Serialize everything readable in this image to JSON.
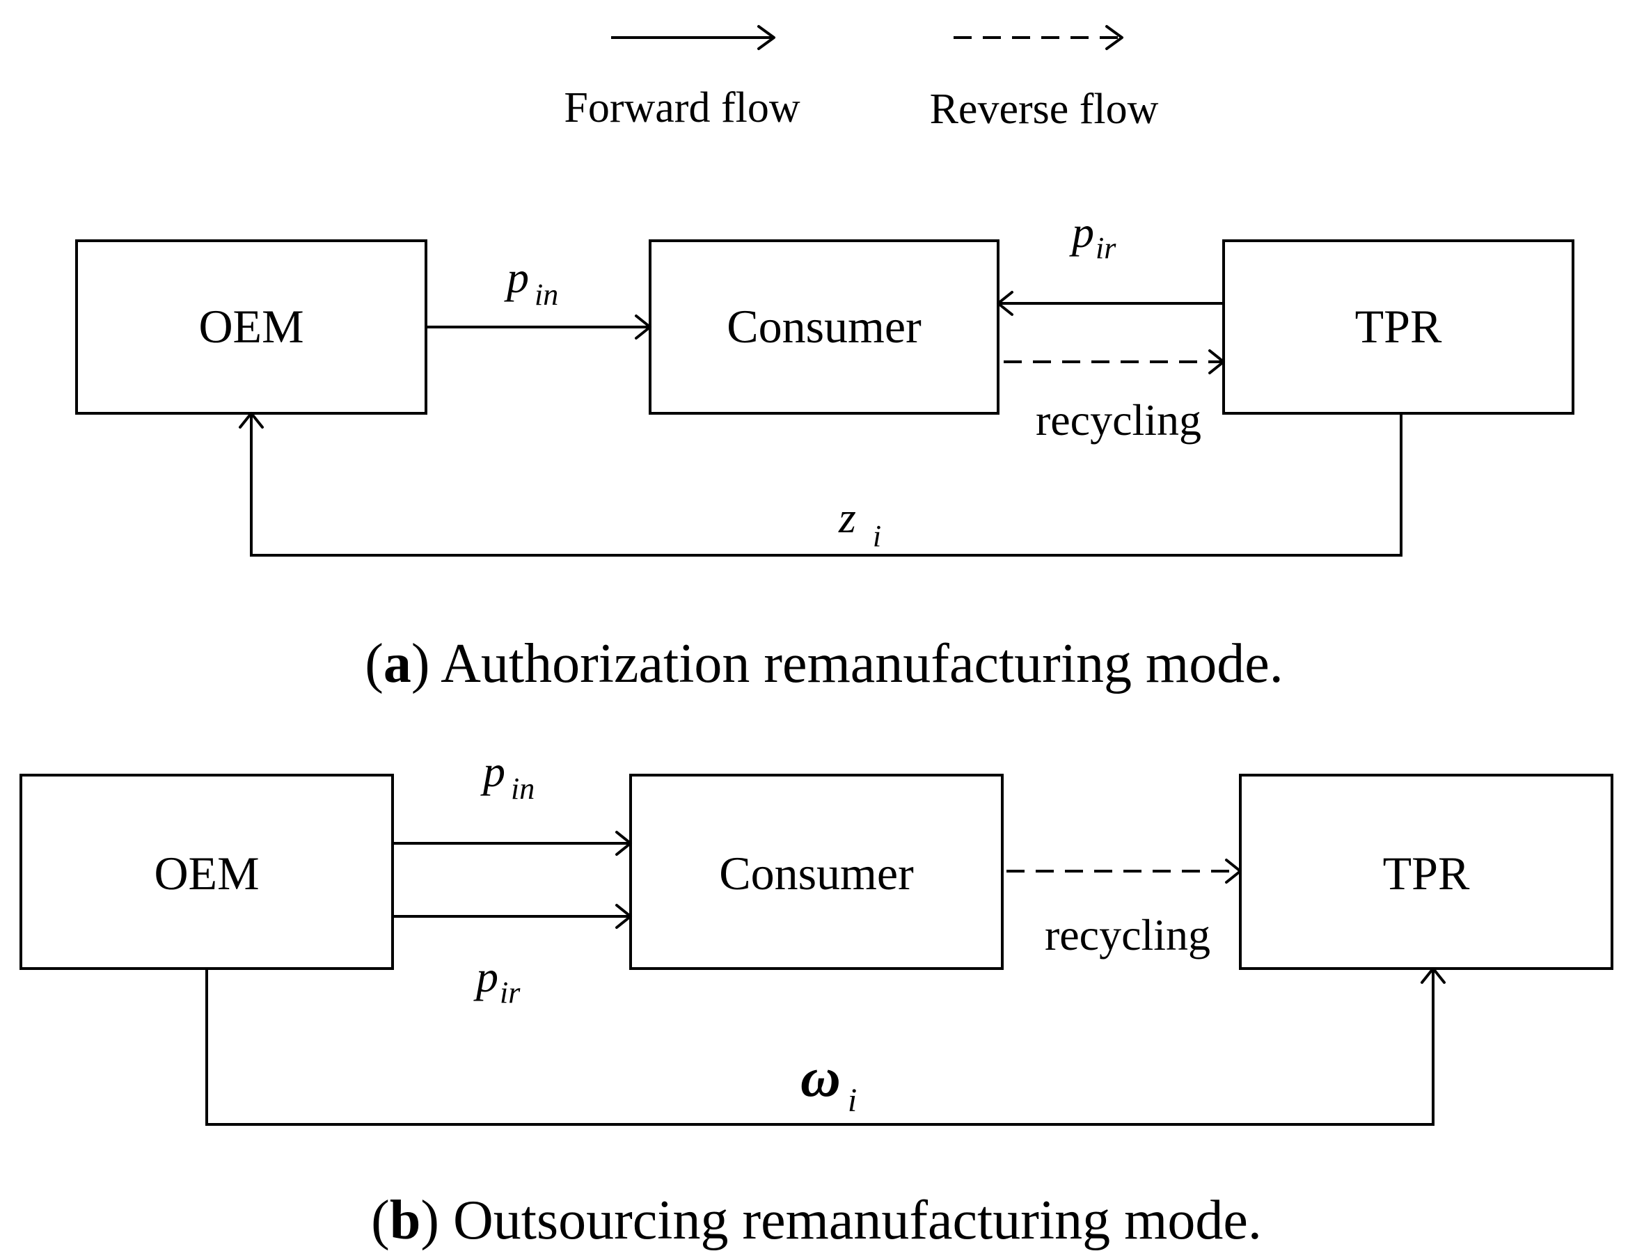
{
  "legend": {
    "forward": "Forward flow",
    "reverse": "Reverse flow"
  },
  "panel_a": {
    "caption_letter": "a",
    "caption_text": "Authorization remanufacturing mode.",
    "nodes": {
      "oem": "OEM",
      "consumer": "Consumer",
      "tpr": "TPR"
    },
    "labels": {
      "p_in": {
        "base": "p",
        "sub": "in"
      },
      "p_ir": {
        "base": "p",
        "sub": "ir"
      },
      "recycling": "recycling",
      "z_i": {
        "base": "z",
        "sub": "i"
      }
    }
  },
  "panel_b": {
    "caption_letter": "b",
    "caption_text": "Outsourcing remanufacturing mode.",
    "nodes": {
      "oem": "OEM",
      "consumer": "Consumer",
      "tpr": "TPR"
    },
    "labels": {
      "p_in": {
        "base": "p",
        "sub": "in"
      },
      "p_ir": {
        "base": "p",
        "sub": "ir"
      },
      "recycling": "recycling",
      "omega_i": {
        "base": "ω",
        "sub": "i"
      }
    }
  }
}
